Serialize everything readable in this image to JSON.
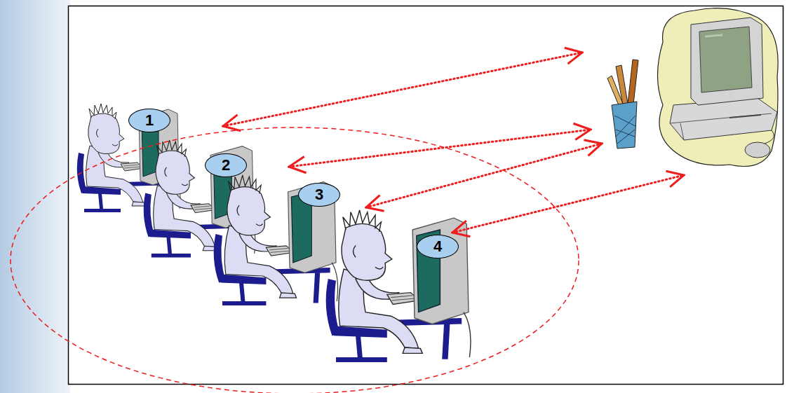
{
  "diagram": {
    "nodes": [
      {
        "text": [
          "1"
        ]
      },
      {
        "text": [
          "2"
        ]
      },
      {
        "text": [
          "3"
        ]
      },
      {
        "text": [
          "4"
        ]
      }
    ]
  }
}
